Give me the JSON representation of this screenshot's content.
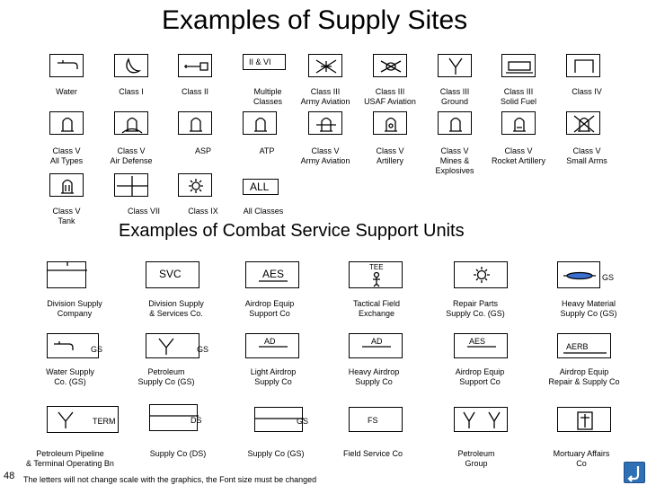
{
  "page_title": "Examples of Supply Sites",
  "section_title": "Examples of Combat Service Support Units",
  "footer_note": "The letters will not change scale with the graphics, the Font size must be changed",
  "page_number": "48",
  "supply_sites": {
    "row1": {
      "group_label": "II & VI",
      "labels": [
        "Water",
        "Class I",
        "Class II",
        "Multiple\nClasses",
        "Class III\nArmy Aviation",
        "Class III\nUSAF Aviation",
        "Class III\nGround",
        "Class III\nSolid Fuel",
        "Class IV"
      ]
    },
    "row2": {
      "labels": [
        "Class V\nAll Types",
        "Class V\nAir Defense",
        "ASP",
        "ATP",
        "Class V\nArmy Aviation",
        "Class V\nArtillery",
        "Class V\nMines &\nExplosives",
        "Class V\nRocket Artillery",
        "Class V\nSmall Arms"
      ]
    },
    "row3": {
      "all_box": "ALL",
      "labels": [
        "Class V\nTank",
        "Class VII",
        "Class IX",
        "All Classes"
      ]
    }
  },
  "css_units": {
    "row1": {
      "inner": [
        "SVC",
        "AES",
        "TEE",
        "",
        "GS"
      ],
      "labels": [
        "Division Supply\nCompany",
        "Division Supply\n& Services Co.",
        "Airdrop Equip\nSupport Co",
        "Tactical Field\nExchange",
        "Repair Parts\nSupply Co. (GS)",
        "Heavy Material\nSupply Co (GS)"
      ]
    },
    "row2": {
      "inner": [
        "GS",
        "GS",
        "AD",
        "AD",
        "AES",
        "AERB"
      ],
      "labels": [
        "Water Supply\nCo. (GS)",
        "Petroleum\nSupply Co (GS)",
        "Light Airdrop\nSupply Co",
        "Heavy Airdrop\nSupply Co",
        "Airdrop Equip\nSupport Co",
        "Airdrop Equip\nRepair & Supply Co"
      ]
    },
    "row3": {
      "inner": [
        "TERM",
        "DS",
        "GS",
        "FS"
      ],
      "labels": [
        "Petroleum Pipeline\n& Terminal Operating Bn",
        "Supply Co (DS)",
        "Supply Co (GS)",
        "Field Service Co",
        "Petroleum\nGroup",
        "Mortuary Affairs\nCo"
      ]
    }
  },
  "colors": {
    "nav_button": "#2f6fb5",
    "heavy_material_fill": "#3a6fd0"
  }
}
